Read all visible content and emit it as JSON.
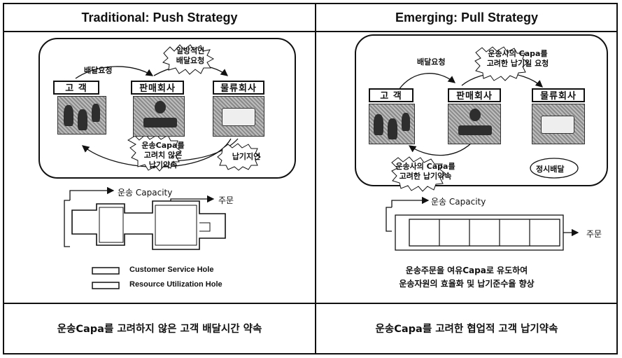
{
  "left": {
    "title": "Traditional: Push Strategy",
    "nodes": {
      "customer": "고 객",
      "seller": "판매회사",
      "logistics": "물류회사"
    },
    "flow_request": "배달요청",
    "burst_oneway": [
      "일방적인",
      "배달요청"
    ],
    "burst_promise": [
      "운송Capa를",
      "고려치 않은",
      "납기약속"
    ],
    "burst_delay": "납기지연",
    "capacity_label": "운송 Capacity",
    "order_label": "주문",
    "legend": [
      "Customer Service Hole",
      "Resource Utilization Hole"
    ],
    "footer": "운송Capa를 고려하지 않은 고객 배달시간 약속"
  },
  "right": {
    "title": "Emerging: Pull Strategy",
    "nodes": {
      "customer": "고 객",
      "seller": "판매회사",
      "logistics": "물류회사"
    },
    "flow_request": "배달요청",
    "burst_request": [
      "운송사의 Capa를",
      "고려한 납기일 요청"
    ],
    "burst_promise": [
      "운송사의 Capa를",
      "고려한 납기약속"
    ],
    "scheduled": "정시배달",
    "capacity_label": "운송 Capacity",
    "order_label": "주문",
    "caption": [
      "운송주문을 여유Capa로 유도하여",
      "운송자원의 효율화 및 납기준수율 향상"
    ],
    "footer": "운송Capa를 고려한 협업적 고객 납기약속"
  }
}
